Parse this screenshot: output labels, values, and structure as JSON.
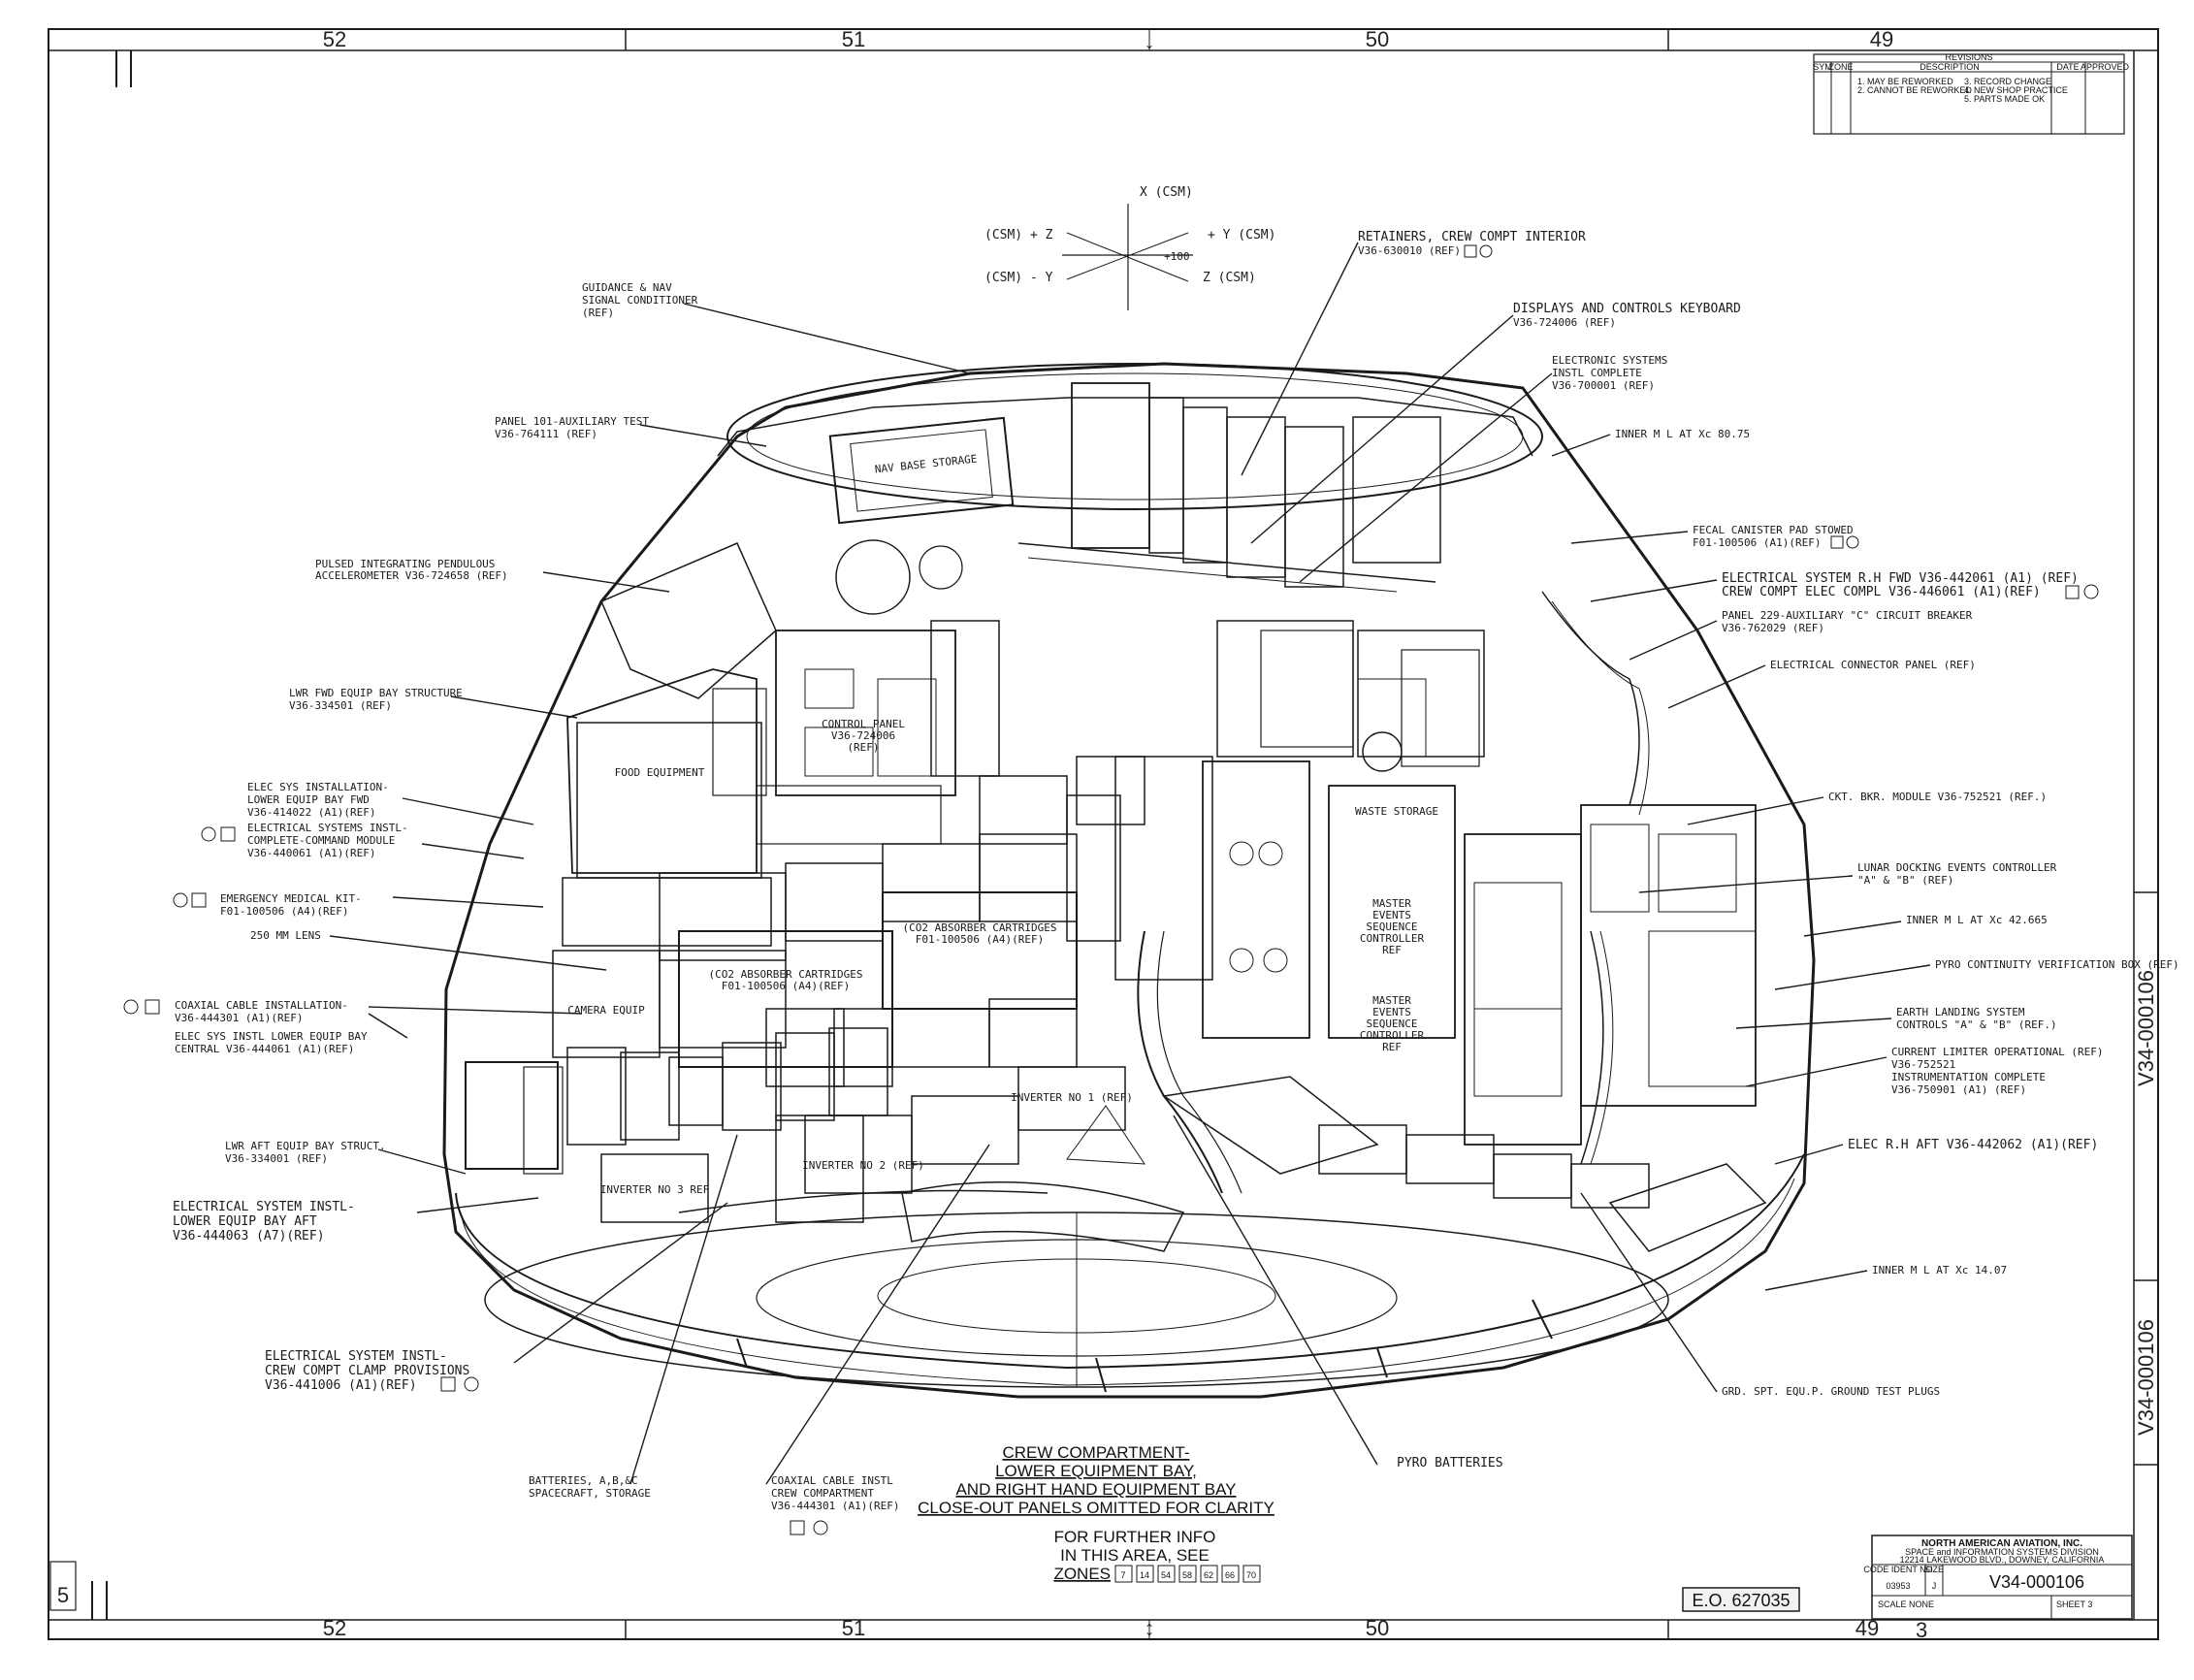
{
  "zones": {
    "top": [
      "52",
      "51",
      "50",
      "49"
    ],
    "bottom": [
      "52",
      "51",
      "50",
      "49"
    ],
    "left_sheet_mark": "5"
  },
  "revisions": {
    "title": "REVISIONS",
    "headers": [
      "SYM",
      "ZONE",
      "DESCRIPTION",
      "DATE",
      "APPROVED"
    ],
    "notes": [
      "1. MAY BE REWORKED",
      "2. CANNOT BE REWORKED",
      "3. RECORD CHANGE",
      "4. NEW SHOP PRACTICE",
      "5. PARTS MADE OK"
    ]
  },
  "axes": {
    "x_top": "X (CSM)",
    "left_top": "(CSM) + Z",
    "left_bottom": "(CSM) - Y",
    "right_top": "+ Y (CSM)",
    "right_bottom": "Z (CSM)",
    "center": "+100"
  },
  "callouts": {
    "guidance_nav": [
      "GUIDANCE & NAV",
      "SIGNAL CONDITIONER",
      "(REF)"
    ],
    "panel_101": [
      "PANEL 101-AUXILIARY TEST",
      "V36-764111 (REF)"
    ],
    "pulsed_integrating": [
      "PULSED INTEGRATING PENDULOUS",
      "ACCELEROMETER V36-724658 (REF)"
    ],
    "lwr_fwd_equip": [
      "LWR FWD EQUIP BAY STRUCTURE",
      "V36-334501 (REF)"
    ],
    "elec_sys_install": [
      "ELEC SYS INSTALLATION-",
      "LOWER EQUIP BAY FWD",
      "V36-414022 (A1)(REF)"
    ],
    "elec_systems_instl": [
      "ELECTRICAL SYSTEMS INSTL-",
      "COMPLETE-COMMAND MODULE",
      "V36-440061 (A1)(REF)"
    ],
    "emergency_medical": [
      "EMERGENCY MEDICAL KIT-",
      "F01-100506 (A4)(REF)"
    ],
    "lens": [
      "250 MM LENS"
    ],
    "coaxial_cable_install": [
      "COAXIAL CABLE INSTALLATION-",
      "V36-444301 (A1)(REF)"
    ],
    "elec_sys_instl_lower": [
      "ELEC SYS INSTL LOWER EQUIP BAY",
      "CENTRAL V36-444061 (A1)(REF)"
    ],
    "lwr_aft_equip": [
      "LWR AFT EQUIP BAY STRUCT.",
      "V36-334001 (REF)"
    ],
    "elec_system_lower_aft": [
      "ELECTRICAL SYSTEM INSTL-",
      "LOWER EQUIP BAY AFT",
      "V36-444063 (A7)(REF)"
    ],
    "elec_system_clamp": [
      "ELECTRICAL SYSTEM INSTL-",
      "CREW COMPT CLAMP PROVISIONS",
      "V36-441006 (A1)(REF)"
    ],
    "batteries": [
      "BATTERIES, A,B,&C",
      "SPACECRAFT, STORAGE"
    ],
    "coaxial_cable_crew": [
      "COAXIAL CABLE INSTL",
      "CREW COMPARTMENT",
      "V36-444301 (A1)(REF)"
    ],
    "pyro_batteries": [
      "PYRO BATTERIES"
    ],
    "retainers": [
      "RETAINERS, CREW COMPT INTERIOR",
      "V36-630010 (REF)"
    ],
    "displays_keyboard": [
      "DISPLAYS AND CONTROLS KEYBOARD",
      "V36-724006 (REF)"
    ],
    "electronic_systems": [
      "ELECTRONIC SYSTEMS",
      "INSTL COMPLETE",
      "V36-700001 (REF)"
    ],
    "inner_ml_8075": [
      "INNER M L AT Xc 80.75"
    ],
    "fecal_canister": [
      "FECAL CANISTER PAD STOWED",
      "F01-100506 (A1)(REF)"
    ],
    "elec_rh_fwd": [
      "ELECTRICAL SYSTEM R.H FWD V36-442061 (A1) (REF)",
      "CREW COMPT ELEC COMPL V36-446061 (A1)(REF)"
    ],
    "panel_229": [
      "PANEL 229-AUXILIARY \"C\" CIRCUIT BREAKER",
      "V36-762029 (REF)"
    ],
    "elec_connector_panel": [
      "ELECTRICAL CONNECTOR PANEL (REF)"
    ],
    "ckt_bkr": [
      "CKT. BKR. MODULE V36-752521 (REF.)"
    ],
    "lunar_docking": [
      "LUNAR DOCKING EVENTS CONTROLLER",
      "\"A\" & \"B\" (REF)"
    ],
    "inner_ml_42": [
      "INNER M L AT Xc 42.665"
    ],
    "pyro_continuity": [
      "PYRO CONTINUITY VERIFICATION BOX (REF)"
    ],
    "earth_landing": [
      "EARTH LANDING SYSTEM",
      "CONTROLS \"A\" & \"B\" (REF.)"
    ],
    "current_limiter": [
      "CURRENT LIMITER OPERATIONAL (REF)",
      "V36-752521",
      "INSTRUMENTATION COMPLETE",
      "V36-750901 (A1) (REF)"
    ],
    "elec_rh_aft": [
      "ELEC R.H AFT V36-442062 (A1)(REF)"
    ],
    "inner_ml_1407": [
      "INNER M L AT Xc 14.07"
    ],
    "grd_spt": [
      "GRD. SPT. EQU.P. GROUND TEST PLUGS"
    ]
  },
  "panel_labels": {
    "nav_storage": [
      "NAV BASE STORAGE"
    ],
    "control_panel": [
      "CONTROL PANEL",
      "V36-724006",
      "(REF)"
    ],
    "food_equipment": [
      "FOOD EQUIPMENT"
    ],
    "camera_equip": [
      "CAMERA EQUIP"
    ],
    "co2_absorber_1": [
      "(CO2 ABSORBER CARTRIDGES",
      "F01-100506 (A4)(REF)"
    ],
    "co2_absorber_2": [
      "(CO2 ABSORBER CARTRIDGES",
      "F01-100506 (A4)(REF)"
    ],
    "inverter_1": [
      "INVERTER NO 1 (REF)"
    ],
    "inverter_2": [
      "INVERTER NO 2 (REF)"
    ],
    "inverter_3": [
      "INVERTER NO 3 REF"
    ],
    "master_events_1": [
      "MASTER",
      "EVENTS",
      "SEQUENCE",
      "CONTROLLER",
      "REF"
    ],
    "master_events_2": [
      "MASTER",
      "EVENTS",
      "SEQUENCE",
      "CONTROLLER",
      "REF"
    ],
    "waste_storage": [
      "WASTE STORAGE"
    ]
  },
  "main_note": {
    "lines": [
      "CREW COMPARTMENT-",
      "LOWER EQUIPMENT BAY,",
      "AND RIGHT HAND EQUIPMENT BAY",
      "CLOSE-OUT PANELS OMITTED FOR CLARITY"
    ],
    "further": [
      "FOR FURTHER INFO",
      "IN THIS AREA, SEE"
    ],
    "zones_label": "ZONES",
    "zone_refs": [
      "7",
      "14",
      "54",
      "58",
      "62",
      "66",
      "70"
    ]
  },
  "eo_stamp": "E.O. 627035",
  "title_block": {
    "company": "NORTH AMERICAN AVIATION, INC.",
    "division": "SPACE and INFORMATION SYSTEMS DIVISION",
    "address": "12214 LAKEWOOD BLVD., DOWNEY, CALIFORNIA",
    "code_ident_label": "CODE IDENT NO",
    "code_ident": "03953",
    "size_label": "SIZE",
    "size": "J",
    "drawing_number": "V34-000106",
    "scale_label": "SCALE NONE",
    "sheet_label": "SHEET 3"
  },
  "side_number_1": "V34-000106",
  "side_number_2": "V34-000106",
  "sheet_number": "3"
}
